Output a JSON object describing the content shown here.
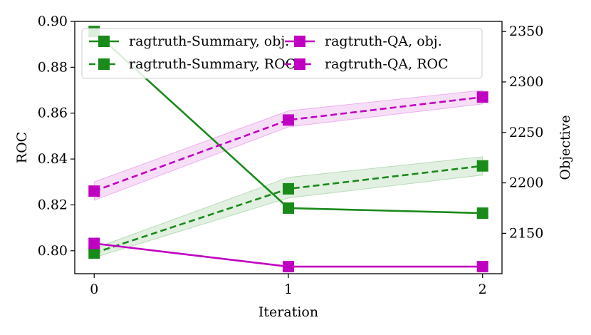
{
  "chart_data": {
    "type": "line",
    "x": [
      0,
      1,
      2
    ],
    "xlabel": "Iteration",
    "ylabel_left": "ROC",
    "ylabel_right": "Objective",
    "x_ticks": [
      "0",
      "1",
      "2"
    ],
    "y_left_ticks": [
      "0.80",
      "0.82",
      "0.84",
      "0.86",
      "0.88",
      "0.90"
    ],
    "y_right_ticks": [
      "2150",
      "2200",
      "2250",
      "2300",
      "2350"
    ],
    "ylim_left": [
      0.79,
      0.9
    ],
    "ylim_right": [
      2110,
      2360
    ],
    "xlim": [
      -0.1,
      2.1
    ],
    "legend_placement": "top",
    "series": [
      {
        "name": "ragtruth-Summary, obj.",
        "axis": "right",
        "style": "solid",
        "color": "#1a8a1a",
        "values": [
          2350,
          2175,
          2170
        ]
      },
      {
        "name": "ragtruth-Summary, ROC",
        "axis": "left",
        "style": "dashed",
        "color": "#1a8a1a",
        "values": [
          0.799,
          0.827,
          0.837
        ],
        "band": [
          [
            0.797,
            0.801
          ],
          [
            0.823,
            0.832
          ],
          [
            0.833,
            0.841
          ]
        ]
      },
      {
        "name": "ragtruth-QA, obj.",
        "axis": "right",
        "style": "solid",
        "color": "#c000c0",
        "values": [
          2140,
          2117,
          2117
        ]
      },
      {
        "name": "ragtruth-QA, ROC",
        "axis": "left",
        "style": "dashed",
        "color": "#c000c0",
        "values": [
          0.826,
          0.857,
          0.867
        ],
        "band": [
          [
            0.822,
            0.83
          ],
          [
            0.854,
            0.861
          ],
          [
            0.864,
            0.87
          ]
        ]
      }
    ]
  }
}
